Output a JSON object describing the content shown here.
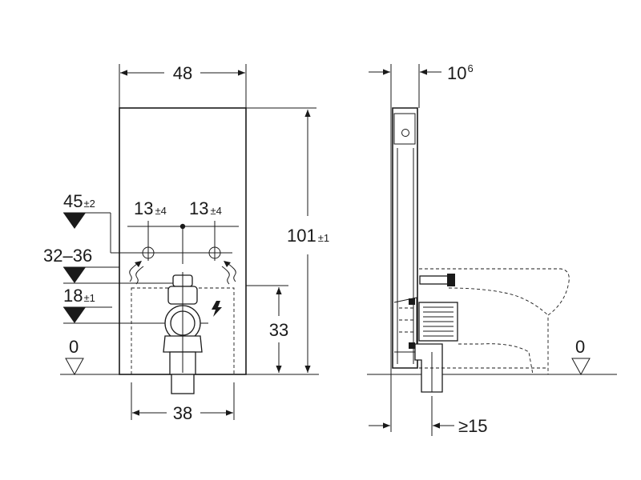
{
  "front_view": {
    "width_top": "48",
    "offset_left": "13",
    "offset_left_tol": "±4",
    "offset_right": "13",
    "offset_right_tol": "±4",
    "level_45": "45",
    "level_45_tol": "±2",
    "level_32_36": "32–36",
    "level_18": "18",
    "level_18_tol": "±1",
    "level_0": "0",
    "height_33": "33",
    "width_bottom": "38",
    "height_total": "101",
    "height_total_tol": "±1"
  },
  "side_view": {
    "depth_top": "10",
    "depth_top_sup": "6",
    "min_distance": "≥15",
    "level_0": "0"
  }
}
